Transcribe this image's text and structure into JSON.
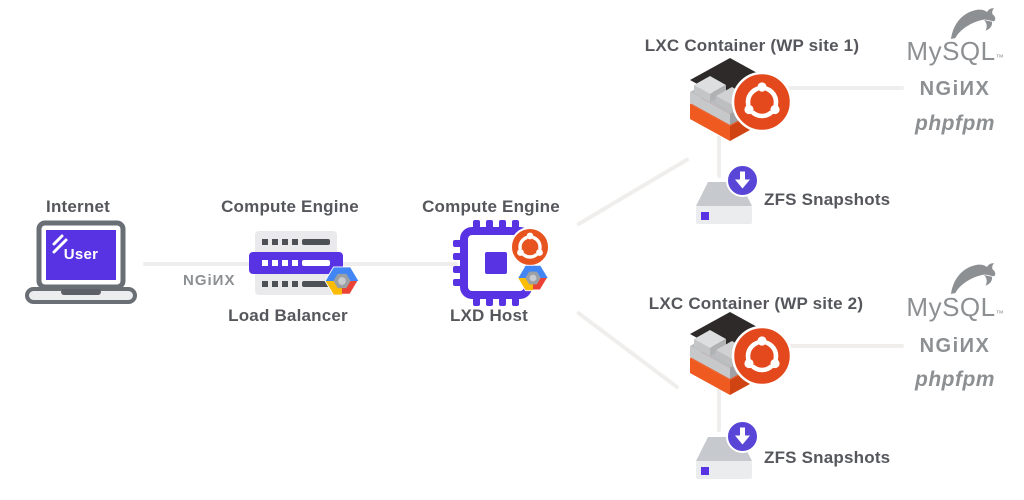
{
  "colors": {
    "purple": "#5733e3",
    "ubuntu_orange": "#e8541f",
    "badge_purple": "#5a46d6",
    "label_gray": "#55575c",
    "logo_gray": "#8d9093",
    "line_gray": "#efeeec"
  },
  "nodes": {
    "internet": {
      "label": "Internet",
      "screen_text": "User"
    },
    "load_balancer": {
      "top_label": "Compute Engine",
      "label": "Load Balancer",
      "nginx_logo": "NGiИX"
    },
    "lxd_host": {
      "top_label": "Compute Engine",
      "label": "LXD Host"
    },
    "site1": {
      "label": "LXC Container (WP site 1)",
      "zfs_label": "ZFS Snapshots",
      "mysql_logo": "MySQL",
      "mysql_tm": "™",
      "nginx_logo": "NGiИX",
      "phpfpm_logo": "phpfpm"
    },
    "site2": {
      "label": "LXC Container (WP site 2)",
      "zfs_label": "ZFS Snapshots",
      "mysql_logo": "MySQL",
      "mysql_tm": "™",
      "nginx_logo": "NGiИX",
      "phpfpm_logo": "phpfpm"
    }
  }
}
